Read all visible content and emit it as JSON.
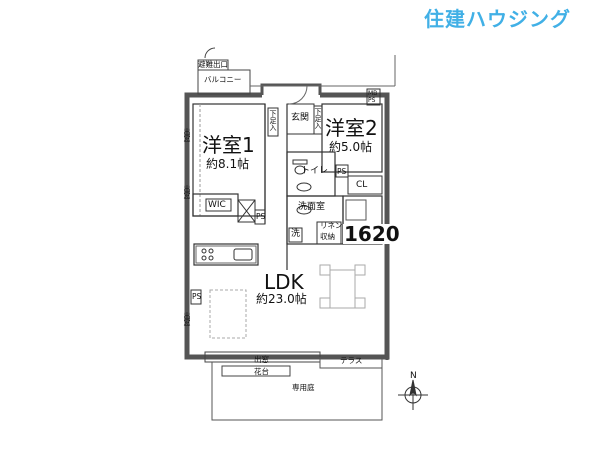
{
  "brand": {
    "name": "住建ハウジング",
    "color": "#41b0e6"
  },
  "compass": {
    "label": "N"
  },
  "rooms": {
    "western1": {
      "name": "洋室1",
      "area": "約8.1帖"
    },
    "western2": {
      "name": "洋室2",
      "area": "約5.0帖"
    },
    "ldk": {
      "name": "LDK",
      "area": "約23.0帖"
    }
  },
  "labels": {
    "entrance": "玄関",
    "toilet": "トイレ",
    "washroom": "洗面室",
    "wash": "洗",
    "linen": "リネン",
    "storage": "収納",
    "cl": "CL",
    "wic": "WIC",
    "bath_size": "1620",
    "balcony": "バルコニー",
    "evac_exit": "避難出口",
    "terrace": "テラス",
    "private_garden": "専用庭",
    "bay_window": "出窓",
    "planter": "花台",
    "ps": "PS",
    "mbps": "MB\nPS",
    "shoe_box": "下足入",
    "bay_window_vertical": "出窓"
  }
}
